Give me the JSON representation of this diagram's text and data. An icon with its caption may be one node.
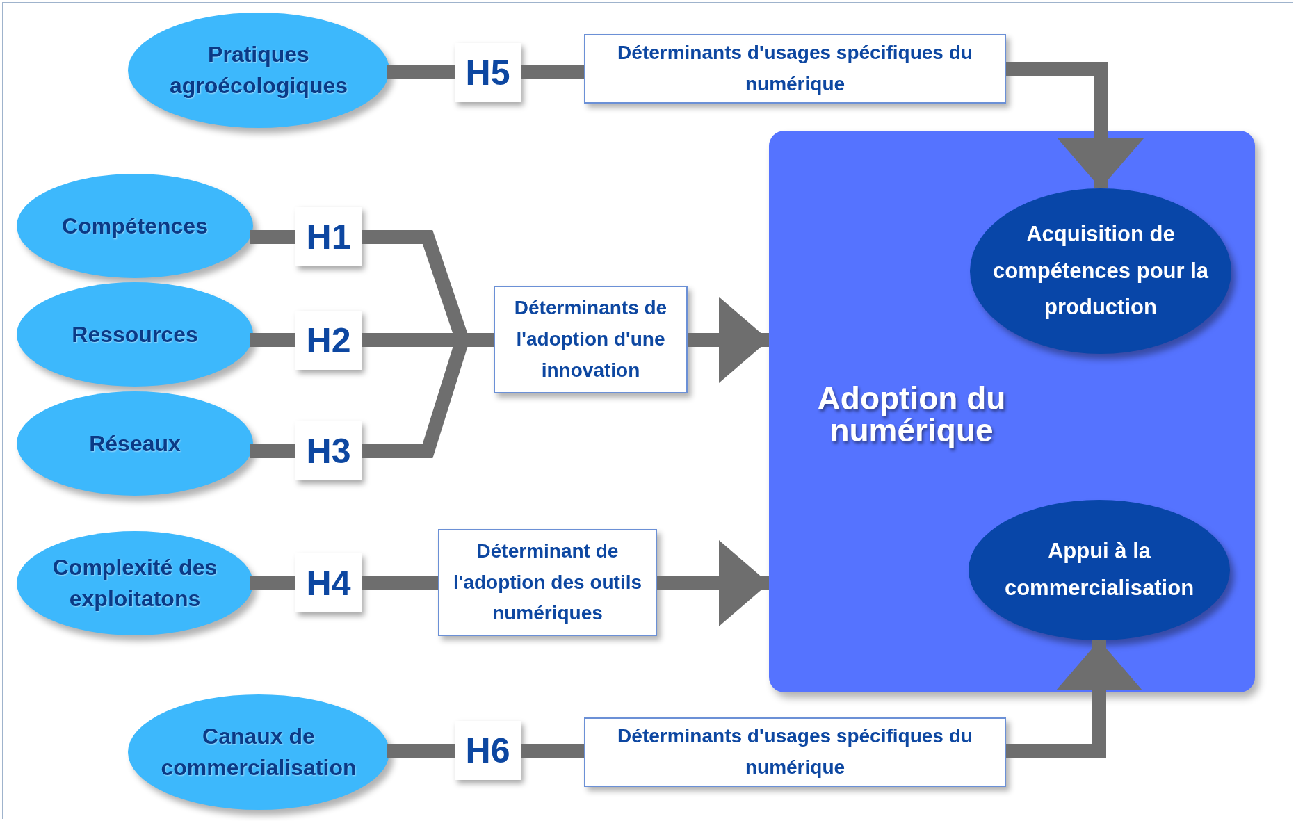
{
  "diagram": {
    "nodes": [
      {
        "text": [
          "Pratiques agroécologiques"
        ]
      },
      {
        "text": [
          "H5"
        ]
      },
      {
        "text": [
          "Déterminants d'usages spécifiques du numérique"
        ]
      },
      {
        "text": [
          "Adoption du numérique"
        ]
      },
      {
        "text": [
          "Acquisition de compétences pour la production"
        ],
        "in": 3
      },
      {
        "text": [
          "Appui à la commercialisation"
        ],
        "in": 3
      },
      {
        "text": [
          "Compétences"
        ]
      },
      {
        "text": [
          "H1"
        ]
      },
      {
        "text": [
          "Ressources"
        ]
      },
      {
        "text": [
          "H2"
        ]
      },
      {
        "text": [
          "Réseaux"
        ]
      },
      {
        "text": [
          "H3"
        ]
      },
      {
        "text": [
          "Déterminants de l'adoption d'une innovation"
        ]
      },
      {
        "text": [
          "Complexité des exploitatons"
        ]
      },
      {
        "text": [
          "H4"
        ]
      },
      {
        "text": [
          "Déterminant de l'adoption des outils numériques"
        ]
      },
      {
        "text": [
          "Canaux de commercialisation"
        ]
      },
      {
        "text": [
          "H6"
        ]
      },
      {
        "text": [
          "Déterminants d'usages spécifiques du numérique"
        ]
      }
    ],
    "edges": [
      {
        "from": 0,
        "to": 1,
        "arrow": "none"
      },
      {
        "from": 1,
        "to": 2,
        "arrow": "none"
      },
      {
        "from": 2,
        "to": 4,
        "arrow": "to"
      },
      {
        "from": 6,
        "to": 7,
        "arrow": "none"
      },
      {
        "from": 7,
        "to": 12,
        "arrow": "none"
      },
      {
        "from": 8,
        "to": 9,
        "arrow": "none"
      },
      {
        "from": 9,
        "to": 12,
        "arrow": "none"
      },
      {
        "from": 10,
        "to": 11,
        "arrow": "none"
      },
      {
        "from": 11,
        "to": 12,
        "arrow": "none"
      },
      {
        "from": 12,
        "to": 3,
        "arrow": "to"
      },
      {
        "from": 13,
        "to": 14,
        "arrow": "none"
      },
      {
        "from": 14,
        "to": 15,
        "arrow": "none"
      },
      {
        "from": 15,
        "to": 3,
        "arrow": "to"
      },
      {
        "from": 16,
        "to": 17,
        "arrow": "none"
      },
      {
        "from": 17,
        "to": 18,
        "arrow": "none"
      },
      {
        "from": 18,
        "to": 5,
        "arrow": "to"
      }
    ]
  }
}
